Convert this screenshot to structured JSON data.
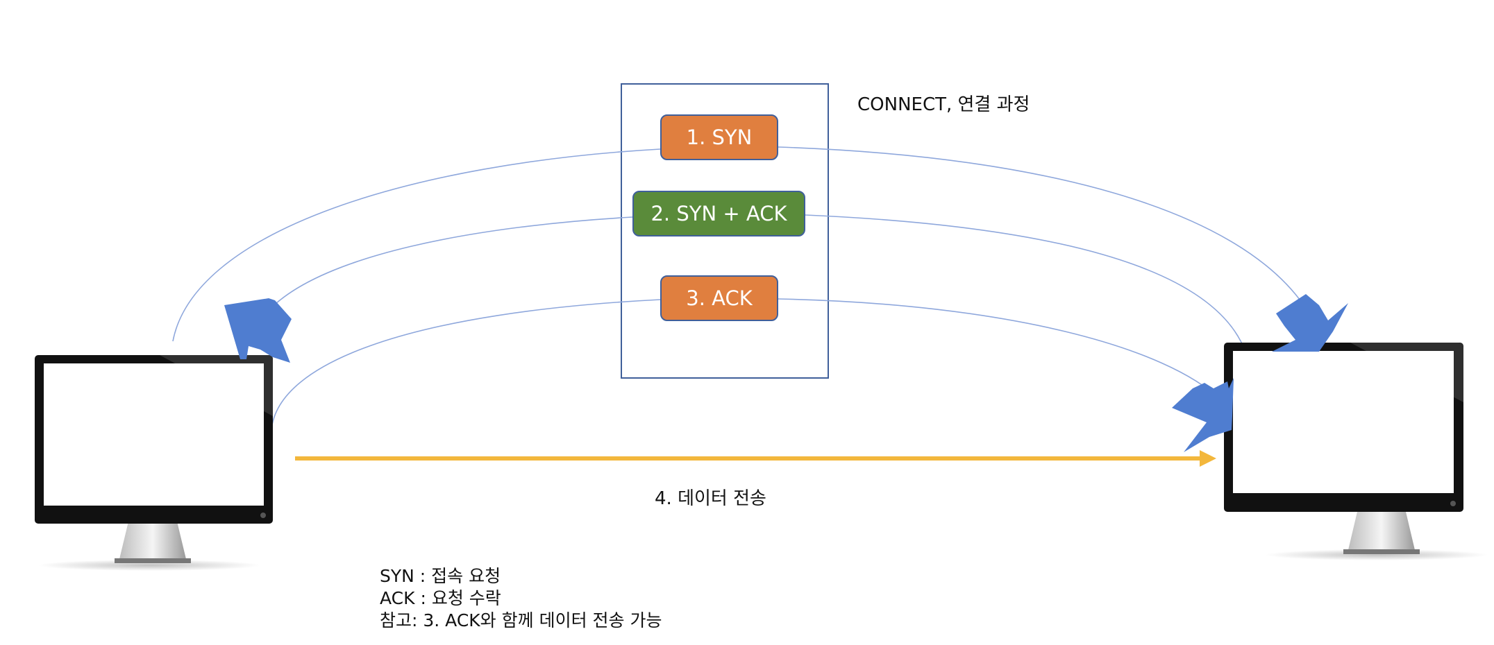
{
  "caption": "CONNECT, 연결 과정",
  "steps": [
    {
      "label": "1. SYN",
      "color": "#e07f3f"
    },
    {
      "label": "2. SYN + ACK",
      "color": "#5a8b3a"
    },
    {
      "label": "3. ACK",
      "color": "#e07f3f"
    }
  ],
  "data_transfer": {
    "label": "4. 데이터 전송",
    "color": "#f3b73c"
  },
  "notes": [
    "SYN : 접속 요청",
    "ACK : 요청 수락",
    "참고: 3. ACK와 함께 데이터 전송 가능"
  ],
  "colors": {
    "connector": "#8ea7dc",
    "arrowhead": "#4f7dd0",
    "frame": "#3f5f9a"
  },
  "icons": {
    "client": "monitor-icon",
    "server": "monitor-icon"
  }
}
